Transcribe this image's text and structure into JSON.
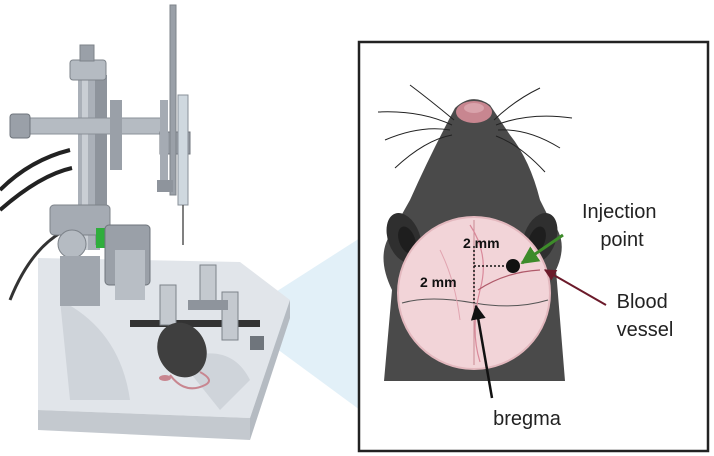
{
  "labels": {
    "injection_line1": "Injection",
    "injection_line2": "point",
    "blood_line1": "Blood",
    "blood_line2": "vessel",
    "bregma": "bregma",
    "dim_vertical": "2 mm",
    "dim_horizontal": "2 mm"
  },
  "colors": {
    "frame": "#222222",
    "mouse_fur": "#4a4a4a",
    "skull": "#f2d4d8",
    "nose": "#c88690",
    "beam": "#dfeef7",
    "green_arrow": "#3d8b2a",
    "maroon_arrow": "#6b1a2a",
    "metal": "#9aa0a8",
    "platform": "#dfe3e8"
  }
}
